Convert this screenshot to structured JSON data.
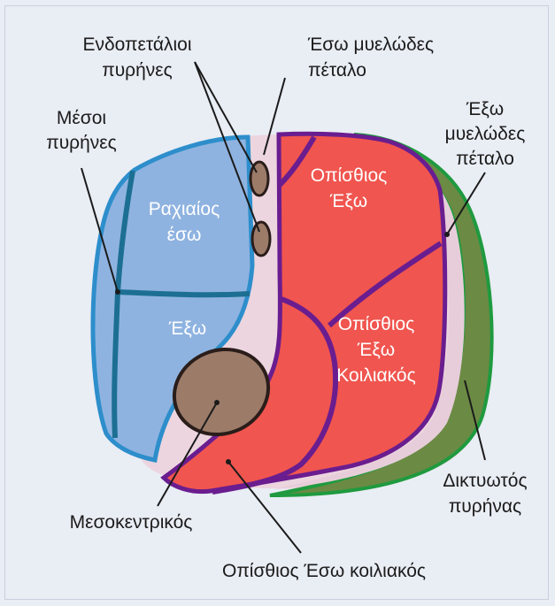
{
  "colors": {
    "background": "#e9edf4",
    "blue_fill": "#8fb3e0",
    "blue_outline": "#2d8ecb",
    "blue_divider": "#1c6f93",
    "red_fill": "#f0554f",
    "purple": "#6a1d8f",
    "green_fill": "#6b8a44",
    "green_outline": "#1f9a3f",
    "pink_fill": "#ecd5df",
    "brown_fill": "#9c7b69",
    "label_text": "#1b1b1b",
    "inner_text": "#ffffff"
  },
  "labels": {
    "endopetalioi": [
      "Ενδοπετάλιοι",
      "πυρήνες"
    ],
    "eso_myelodes": [
      "Έσω μυελώδες",
      "πέταλο"
    ],
    "exo_myelodes": [
      "Έξω",
      "μυελώδες",
      "πέταλο"
    ],
    "mesoi": [
      "Μέσοι",
      "πυρήνες"
    ],
    "diktyotos": [
      "Δικτυωτός",
      "πυρήνας"
    ],
    "mesokentrikos": "Μεσοκεντρικός",
    "opisthios_eso_koiliakos": "Οπίσθιος Έσω κοιλιακός"
  },
  "regions": {
    "rachiaios_eso": [
      "Ραχιαίος",
      "έσω"
    ],
    "exo_blue": "Έξω",
    "opisthios_exo": [
      "Οπίσθιος",
      "Έξω"
    ],
    "opisthios_exo_koiliakos": [
      "Οπίσθιος",
      "Έξω",
      "Κοιλιακός"
    ]
  }
}
